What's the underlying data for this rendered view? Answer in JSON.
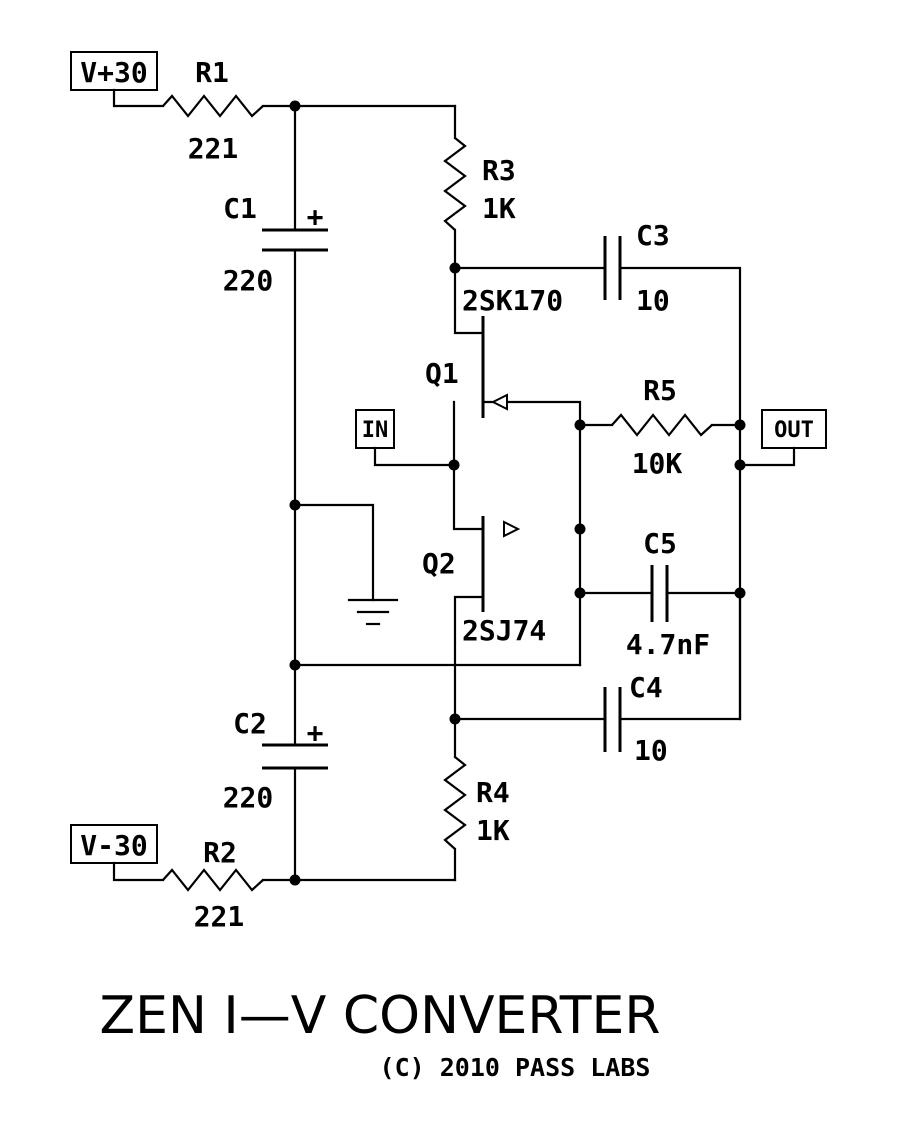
{
  "ports": {
    "vplus": "V+30",
    "vminus": "V-30",
    "input": "IN",
    "output": "OUT"
  },
  "components": {
    "r1": {
      "ref": "R1",
      "value": "221"
    },
    "r2": {
      "ref": "R2",
      "value": "221"
    },
    "r3": {
      "ref": "R3",
      "value": "1K"
    },
    "r4": {
      "ref": "R4",
      "value": "1K"
    },
    "r5": {
      "ref": "R5",
      "value": "10K"
    },
    "c1": {
      "ref": "C1",
      "value": "220",
      "polarity": "+"
    },
    "c2": {
      "ref": "C2",
      "value": "220",
      "polarity": "+"
    },
    "c3": {
      "ref": "C3",
      "value": "10"
    },
    "c4": {
      "ref": "C4",
      "value": "10"
    },
    "c5": {
      "ref": "C5",
      "value": "4.7nF"
    },
    "q1": {
      "ref": "Q1",
      "part": "2SK170"
    },
    "q2": {
      "ref": "Q2",
      "part": "2SJ74"
    }
  },
  "title": "ZEN I—V CONVERTER",
  "credit": "(C) 2010 PASS LABS"
}
